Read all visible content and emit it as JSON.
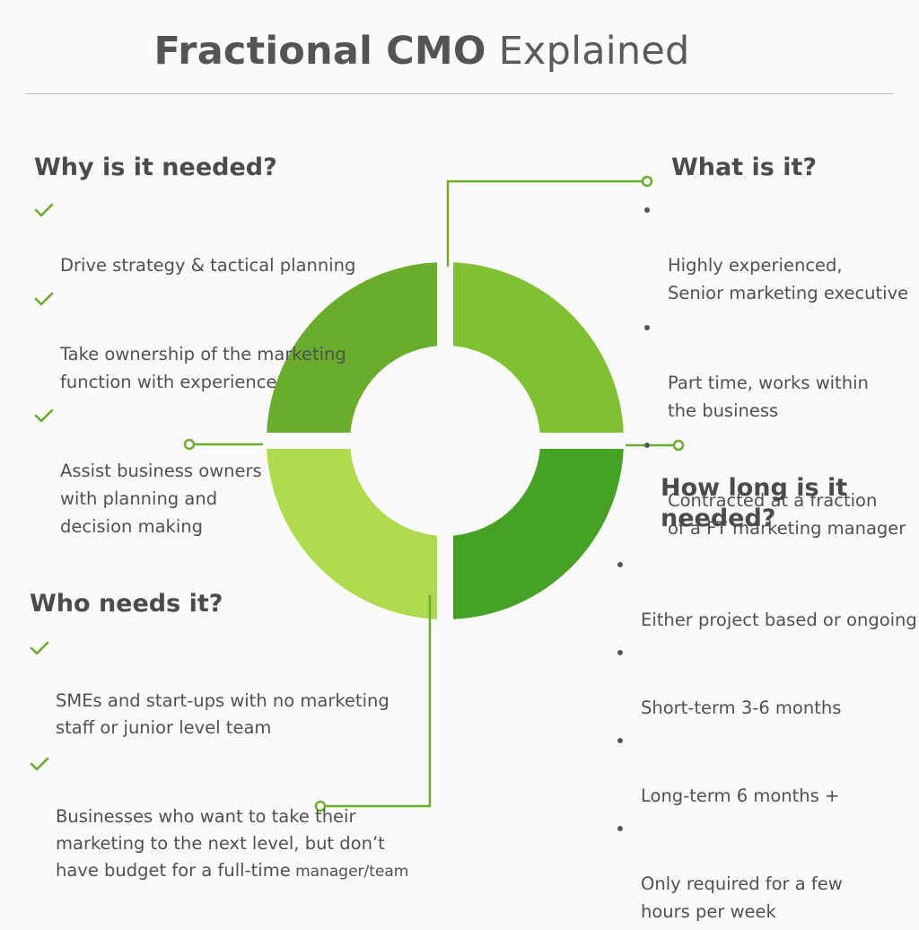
{
  "title": {
    "bold_part": "Fractional CMO",
    "light_part": "Explained"
  },
  "colors": {
    "accent": "#6aad2c",
    "quadrant_top_left": "#6aad2c",
    "quadrant_top_right": "#80c033",
    "quadrant_bottom_left": "#aedb4e",
    "quadrant_bottom_right": "#45a224",
    "heading_text": "#4b4b4d",
    "body_text": "#505052"
  },
  "sections": {
    "why": {
      "heading": "Why is it needed?",
      "marker": "check-icon",
      "items": [
        "Drive strategy & tactical planning",
        "Take ownership of the marketing\nfunction with experience",
        "Assist business owners\nwith planning and\ndecision making"
      ]
    },
    "what": {
      "heading": "What is it?",
      "marker": "bullet-dot",
      "items": [
        "Highly experienced,\nSenior marketing executive",
        "Part time, works within\nthe business",
        "Contracted at a fraction\nof a FT marketing manager"
      ]
    },
    "howlong": {
      "heading": "How long is it\nneeded?",
      "heading_line1": "How long is it",
      "heading_line2": "needed?",
      "marker": "bullet-dot",
      "items": [
        "Either project based or ongoing",
        "Short-term 3-6 months",
        "Long-term 6 months +",
        "Only required for a few\nhours per week"
      ]
    },
    "who": {
      "heading": "Who needs it?",
      "marker": "check-icon",
      "items": [
        "SMEs and start-ups with no marketing\nstaff or junior level team",
        "Businesses who want to take their\nmarketing to the next level, but don’t\nhave budget for a full-time"
      ],
      "item2_small_suffix": " manager/team"
    }
  }
}
